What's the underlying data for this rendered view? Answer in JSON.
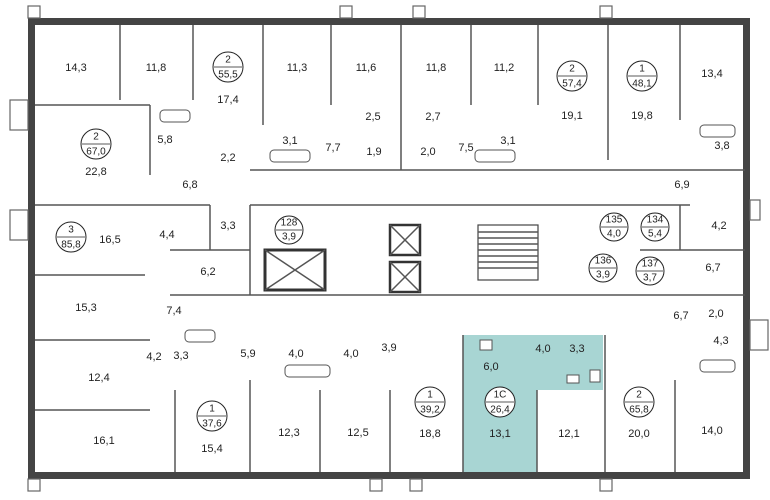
{
  "colors": {
    "highlight": "#a8d5d3",
    "wall": "#444444",
    "background": "#ffffff"
  },
  "apartments": {
    "apt_2_top_left": {
      "rooms": "2",
      "area": "55,5"
    },
    "apt_2_top_right": {
      "rooms": "2",
      "area": "57,4"
    },
    "apt_1_top_right": {
      "rooms": "1",
      "area": "48,1"
    },
    "apt_2_left": {
      "rooms": "2",
      "area": "67,0"
    },
    "apt_3_left": {
      "rooms": "3",
      "area": "85,8"
    },
    "apt_1_bottom_left": {
      "rooms": "1",
      "area": "37,6"
    },
    "apt_1_bottom_mid": {
      "rooms": "1",
      "area": "39,2"
    },
    "apt_1c_selected": {
      "rooms": "1С",
      "area": "26,4"
    },
    "apt_2_bottom_right": {
      "rooms": "2",
      "area": "65,8"
    }
  },
  "units": {
    "u128": {
      "num": "128",
      "area": "3,9"
    },
    "u135": {
      "num": "135",
      "area": "4,0"
    },
    "u134": {
      "num": "134",
      "area": "5,4"
    },
    "u136": {
      "num": "136",
      "area": "3,9"
    },
    "u137": {
      "num": "137",
      "area": "3,7"
    }
  },
  "room_areas": {
    "r01": "14,3",
    "r02": "11,8",
    "r03": "17,4",
    "r04": "11,3",
    "r05": "11,6",
    "r06": "11,8",
    "r07": "11,2",
    "r08": "19,1",
    "r09": "19,8",
    "r10": "13,4",
    "r11": "22,8",
    "r12": "5,8",
    "r13": "2,2",
    "r14": "6,8",
    "r15": "3,1",
    "r16": "7,7",
    "r17": "1,9",
    "r18": "2,5",
    "r19": "2,7",
    "r20": "2,0",
    "r21": "7,5",
    "r22": "3,1",
    "r23": "3,8",
    "r24": "6,9",
    "r25": "16,5",
    "r26": "4,4",
    "r27": "3,3",
    "r28": "4,2",
    "r29": "6,2",
    "r30": "6,7",
    "r31": "15,3",
    "r32": "7,4",
    "r33": "6,7",
    "r34": "2,0",
    "r35": "4,3",
    "r36": "4,2",
    "r37": "3,3",
    "r38": "5,9",
    "r39": "4,0",
    "r40": "4,0",
    "r41": "3,9",
    "r42": "6,0",
    "r43": "4,0",
    "r44": "3,3",
    "r45": "12,4",
    "r46": "16,1",
    "r47": "15,4",
    "r48": "12,3",
    "r49": "12,5",
    "r50": "18,8",
    "r51": "13,1",
    "r52": "12,1",
    "r53": "20,0",
    "r54": "14,0"
  }
}
